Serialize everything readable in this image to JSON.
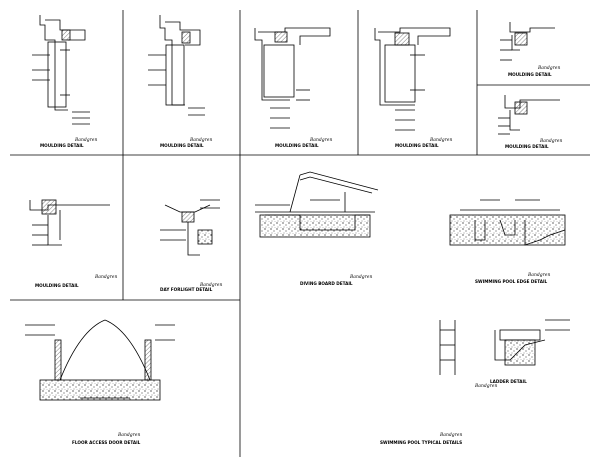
{
  "sheet": {
    "panels": [
      {
        "id": "p1",
        "caption": "MOULDING DETAIL",
        "logo": "Bandgren"
      },
      {
        "id": "p2",
        "caption": "MOULDING DETAIL",
        "logo": "Bandgren"
      },
      {
        "id": "p3",
        "caption": "MOULDING DETAIL",
        "logo": "Bandgren"
      },
      {
        "id": "p4",
        "caption": "MOULDING DETAIL",
        "logo": "Bandgren"
      },
      {
        "id": "p5",
        "caption": "MOULDING DETAIL",
        "logo": "Bandgren"
      },
      {
        "id": "p6",
        "caption": "MOULDING DETAIL",
        "logo": "Bandgren"
      },
      {
        "id": "p7",
        "caption": "MOULDING DETAIL",
        "logo": "Bandgren"
      },
      {
        "id": "p8",
        "caption": "DAY FORLIGHT DETAIL",
        "logo": "Bandgren"
      },
      {
        "id": "p9",
        "caption": "DIVING BOARD DETAIL",
        "logo": "Bandgren"
      },
      {
        "id": "p10",
        "caption": "SWIMMING POOL EDGE DETAIL",
        "logo": "Bandgren"
      },
      {
        "id": "p11",
        "caption": "FLOOR ACCESS DOOR DETAIL",
        "logo": "Bandgren"
      },
      {
        "id": "p12",
        "caption": "LADDER DETAIL",
        "logo": "Bandgren"
      },
      {
        "id": "p13",
        "caption": "SWIMMING POOL TYPICAL DETAILS",
        "logo": "Bandgren"
      }
    ]
  }
}
